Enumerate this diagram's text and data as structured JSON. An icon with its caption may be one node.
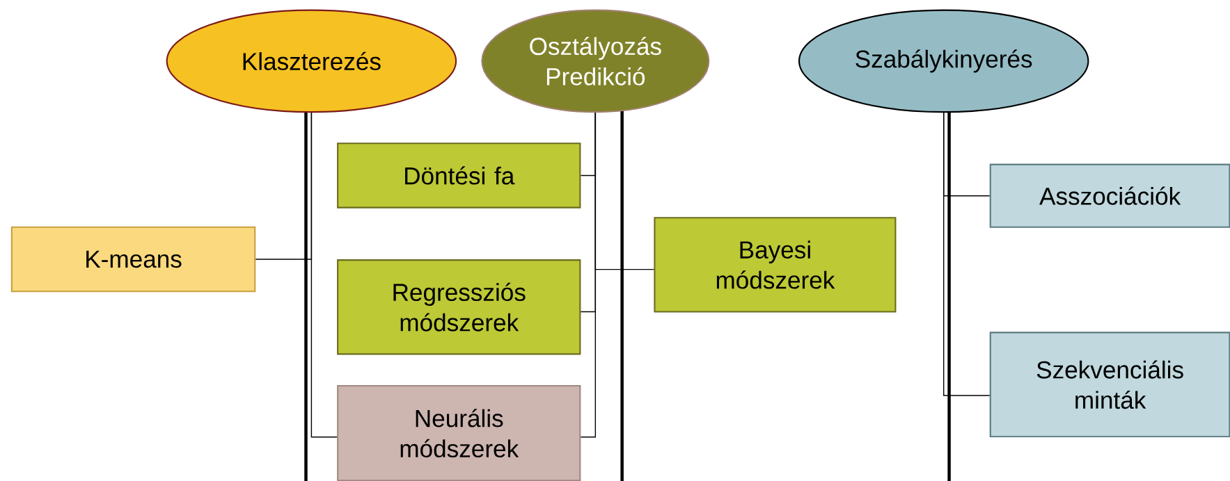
{
  "diagram": {
    "nodes": [
      {
        "text": [
          "Klaszterezés"
        ]
      },
      {
        "text": [
          "Osztályozás Predikció"
        ]
      },
      {
        "text": [
          "Szabálykinyerés"
        ]
      },
      {
        "text": [
          "K-means"
        ]
      },
      {
        "text": [
          "Döntési fa"
        ]
      },
      {
        "text": [
          "Bayesi módszerek"
        ]
      },
      {
        "text": [
          "Regressziós módszerek"
        ]
      },
      {
        "text": [
          "Neurális módszerek"
        ]
      },
      {
        "text": [
          "Asszociációk"
        ]
      },
      {
        "text": [
          "Szekvenciális minták"
        ]
      }
    ],
    "edges": [
      {
        "from": 0,
        "to": 3,
        "arrow": "none"
      },
      {
        "from": 1,
        "to": 4,
        "arrow": "none"
      },
      {
        "from": 1,
        "to": 5,
        "arrow": "none"
      },
      {
        "from": 1,
        "to": 6,
        "arrow": "none"
      },
      {
        "from": 0,
        "to": 7,
        "arrow": "none"
      },
      {
        "from": 1,
        "to": 7,
        "arrow": "none"
      },
      {
        "from": 2,
        "to": 8,
        "arrow": "none"
      },
      {
        "from": 2,
        "to": 9,
        "arrow": "none"
      }
    ]
  }
}
